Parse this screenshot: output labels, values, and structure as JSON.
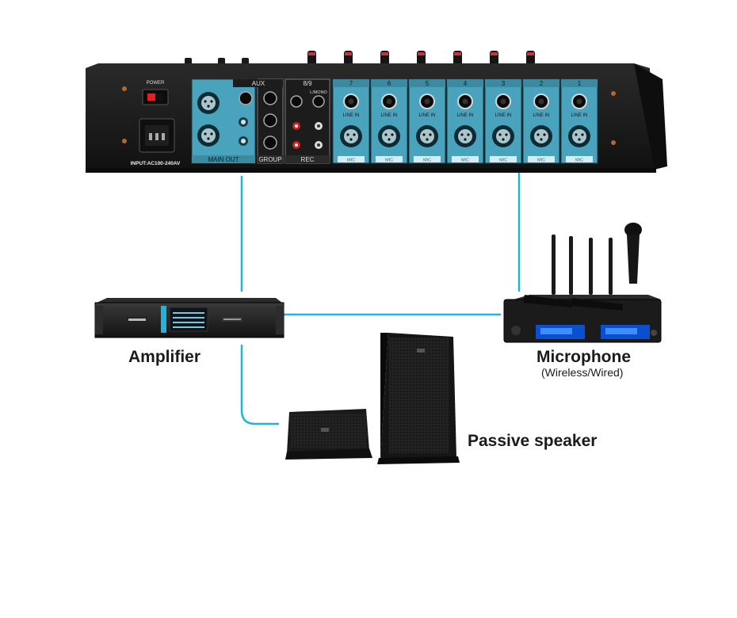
{
  "mixer": {
    "power_label": "POWER",
    "input_label": "INPUT:AC100-240AV",
    "main_out_label": "MAIN OUT",
    "aux_label": "AUX",
    "group_label": "GROUP",
    "section_89_label": "8/9",
    "rec_label": "REC",
    "lmono_label": "L/MONO",
    "line_in_label": "LINE IN",
    "mic_label": "MIC",
    "channels": [
      "7",
      "6",
      "5",
      "4",
      "3",
      "2",
      "1"
    ]
  },
  "devices": {
    "amplifier": {
      "label": "Amplifier"
    },
    "microphone": {
      "label": "Microphone",
      "sublabel": "(Wireless/Wired)"
    },
    "speaker": {
      "label": "Passive speaker"
    }
  },
  "colors": {
    "cable": "#1fb4d9",
    "panel_blue": "#4aa3bd",
    "chassis": "#1c1c1c"
  }
}
